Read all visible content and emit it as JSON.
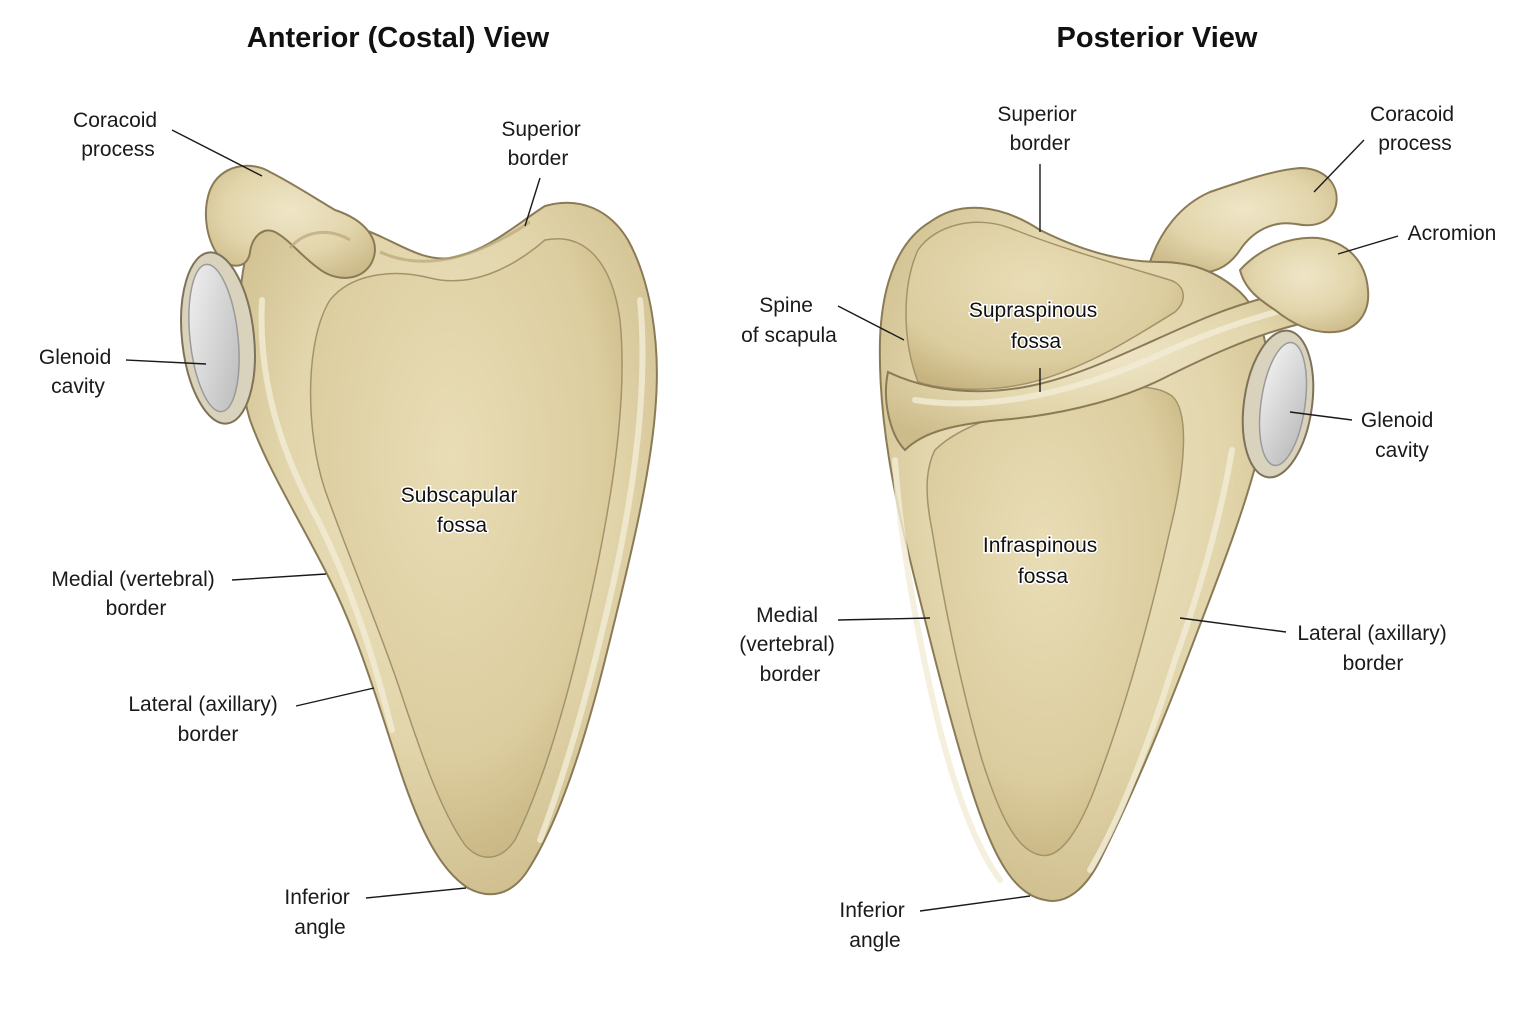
{
  "anterior": {
    "title": "Anterior (Costal) View",
    "labels": {
      "coracoid_process": [
        "Coracoid",
        "process"
      ],
      "superior_border": [
        "Superior",
        "border"
      ],
      "glenoid_cavity": [
        "Glenoid",
        "cavity"
      ],
      "subscapular_fossa": [
        "Subscapular",
        "fossa"
      ],
      "medial_border": [
        "Medial (vertebral)",
        "border"
      ],
      "lateral_border": [
        "Lateral (axillary)",
        "border"
      ],
      "inferior_angle": [
        "Inferior",
        "angle"
      ]
    }
  },
  "posterior": {
    "title": "Posterior View",
    "labels": {
      "superior_border": [
        "Superior",
        "border"
      ],
      "coracoid_process": [
        "Coracoid",
        "process"
      ],
      "acromion": [
        "Acromion"
      ],
      "spine_of_scapula": [
        "Spine",
        "of scapula"
      ],
      "supraspinous_fossa": [
        "Supraspinous",
        "fossa"
      ],
      "glenoid_cavity": [
        "Glenoid",
        "cavity"
      ],
      "infraspinous_fossa": [
        "Infraspinous",
        "fossa"
      ],
      "medial_border": [
        "Medial",
        "(vertebral)",
        "border"
      ],
      "lateral_border": [
        "Lateral (axillary)",
        "border"
      ],
      "inferior_angle": [
        "Inferior",
        "angle"
      ]
    }
  },
  "colors": {
    "bone_light": "#efe6c8",
    "bone_mid": "#dccd9f",
    "bone_dark": "#b9a779",
    "glenoid": "#cfcfcf"
  }
}
